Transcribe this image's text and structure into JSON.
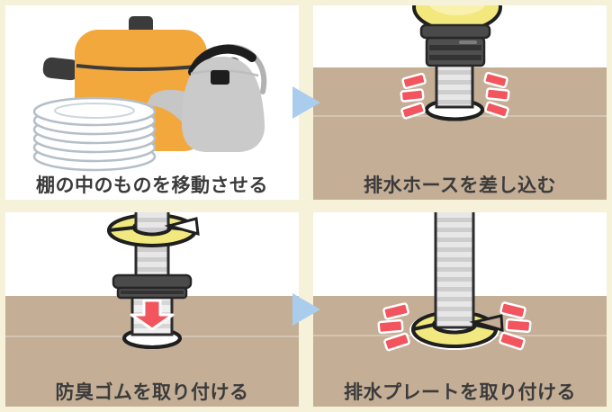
{
  "figure": {
    "type": "instructional-steps",
    "steps": [
      {
        "caption": "棚の中のものを移動させる",
        "illustration": "pot-kettle-plates"
      },
      {
        "caption": "排水ホースを差し込む",
        "illustration": "drain-hose-inserted"
      },
      {
        "caption": "防臭ゴムを取り付ける",
        "illustration": "odor-rubber-attach"
      },
      {
        "caption": "排水プレートを取り付ける",
        "illustration": "drain-plate-attach"
      }
    ],
    "colors": {
      "page_background": "#f6f2da",
      "panel_background": "#ffffff",
      "floor_tan": "#c4ae96",
      "accent_yellow": "#f1e97f",
      "accent_red": "#f2555e",
      "next_arrow_blue": "#aacdee",
      "pot_orange": "#f2a83d",
      "kettle_gray": "#cacaca",
      "caption_text": "#3b3b3b"
    }
  }
}
